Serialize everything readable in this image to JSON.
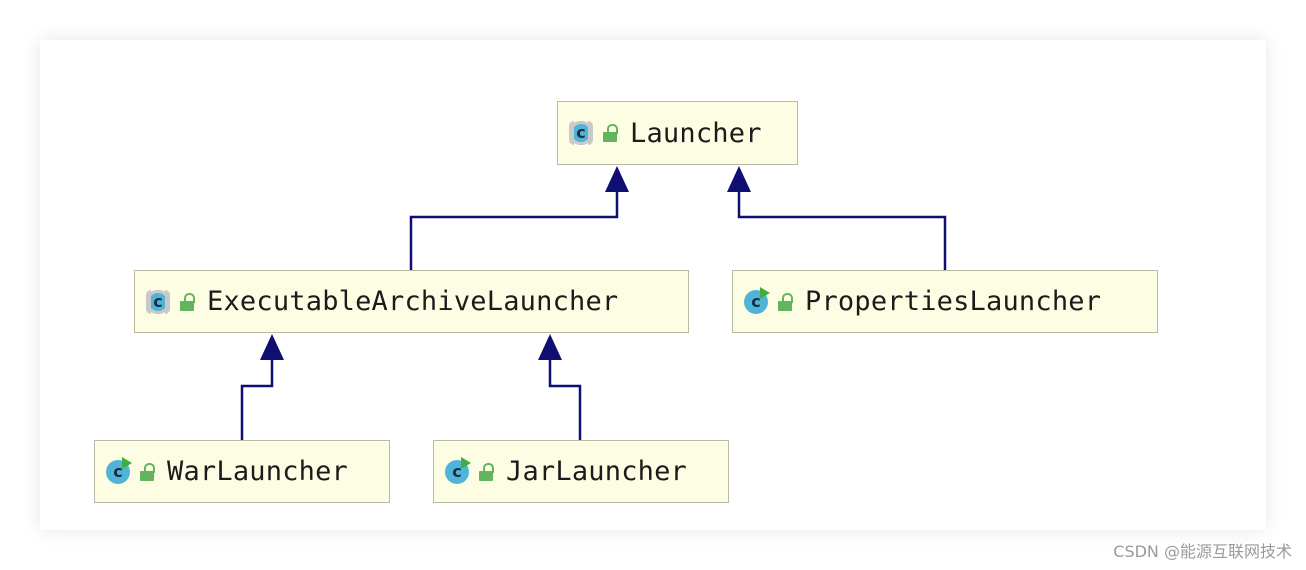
{
  "diagram": {
    "nodes": {
      "launcher": {
        "label": "Launcher",
        "icon": "abstract-class-icon"
      },
      "executable": {
        "label": "ExecutableArchiveLauncher",
        "icon": "abstract-class-icon"
      },
      "properties": {
        "label": "PropertiesLauncher",
        "icon": "runnable-class-icon"
      },
      "war": {
        "label": "WarLauncher",
        "icon": "runnable-class-icon"
      },
      "jar": {
        "label": "JarLauncher",
        "icon": "runnable-class-icon"
      }
    },
    "edges": [
      {
        "from": "executable",
        "to": "launcher",
        "type": "extends"
      },
      {
        "from": "properties",
        "to": "launcher",
        "type": "extends"
      },
      {
        "from": "war",
        "to": "executable",
        "type": "extends"
      },
      {
        "from": "jar",
        "to": "executable",
        "type": "extends"
      }
    ],
    "colors": {
      "edge": "#0f0f73",
      "node_fill": "#fdfde3",
      "node_border": "#b9b9a4"
    }
  },
  "watermark": "CSDN @能源互联网技术"
}
